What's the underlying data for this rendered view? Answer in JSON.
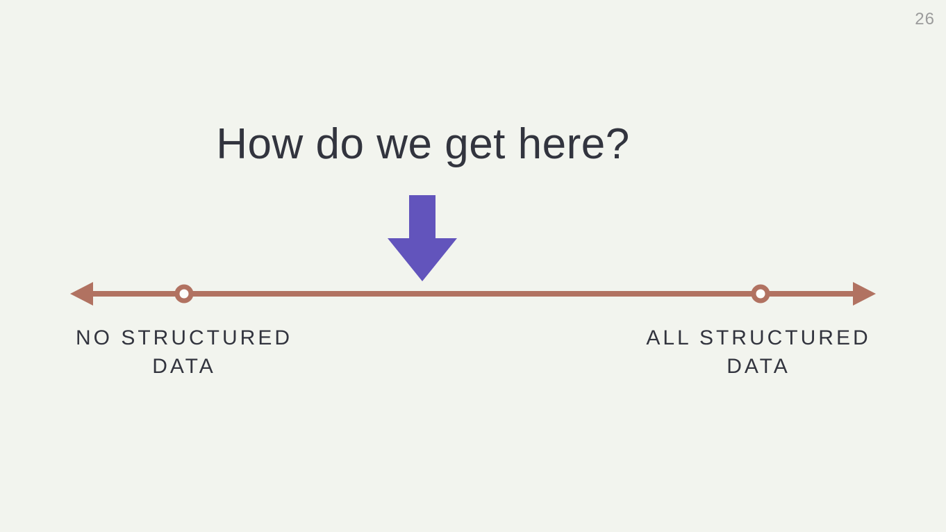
{
  "page": {
    "number": "26"
  },
  "slide": {
    "title": "How do we get here?",
    "spectrum": {
      "left_label": "NO STRUCTURED DATA",
      "right_label": "ALL STRUCTURED DATA"
    }
  },
  "icons": {
    "down_arrow": "block-down-arrow-icon",
    "axis_left_head": "left-arrowhead-icon",
    "axis_right_head": "right-arrowhead-icon",
    "left_marker": "ring-marker-icon",
    "right_marker": "ring-marker-icon"
  },
  "colors": {
    "background": "#f2f4ee",
    "text-dark": "#32343e",
    "arrow-purple": "#6254bc",
    "axis-terracotta": "#b17261",
    "page-number": "#9b9b9b"
  }
}
